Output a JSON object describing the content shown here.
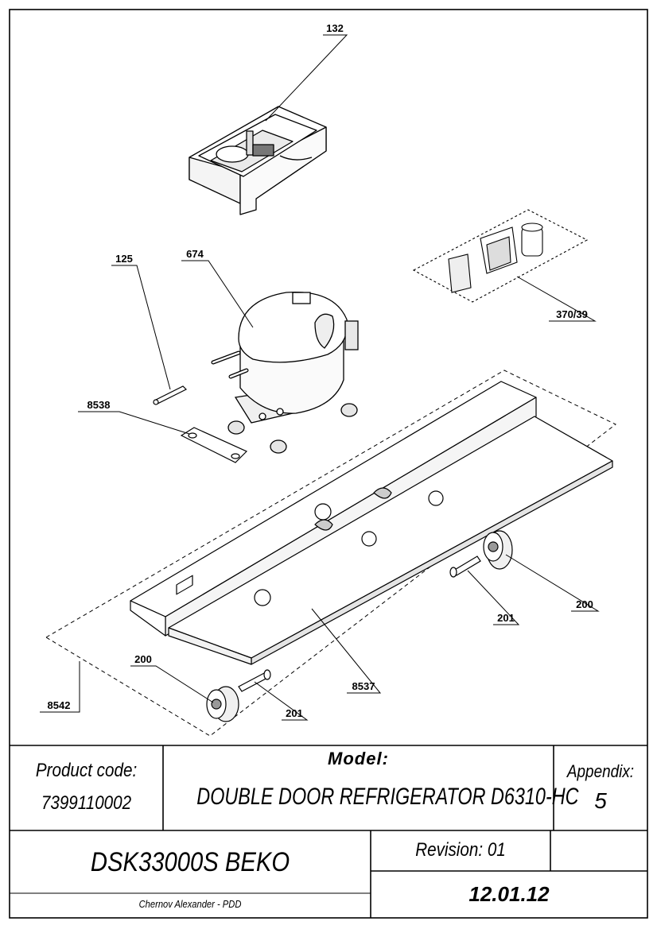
{
  "callouts": {
    "c132": "132",
    "c125": "125",
    "c674": "674",
    "c37039": "370/39",
    "c8538": "8538",
    "c200a": "200",
    "c201a": "201",
    "c200b": "200",
    "c201b": "201",
    "c8537": "8537",
    "c8542": "8542"
  },
  "title_block": {
    "product_code_label": "Product code:",
    "product_code_value": "7399110002",
    "model_label": "Model:",
    "model_value": "DOUBLE DOOR REFRIGERATOR D6310-HC",
    "appendix_label": "Appendix:",
    "appendix_value": "5",
    "brand_model": "DSK33000S BEKO",
    "revision": "Revision: 01",
    "author": "Chernov Alexander - PDD",
    "date": "12.01.12"
  }
}
